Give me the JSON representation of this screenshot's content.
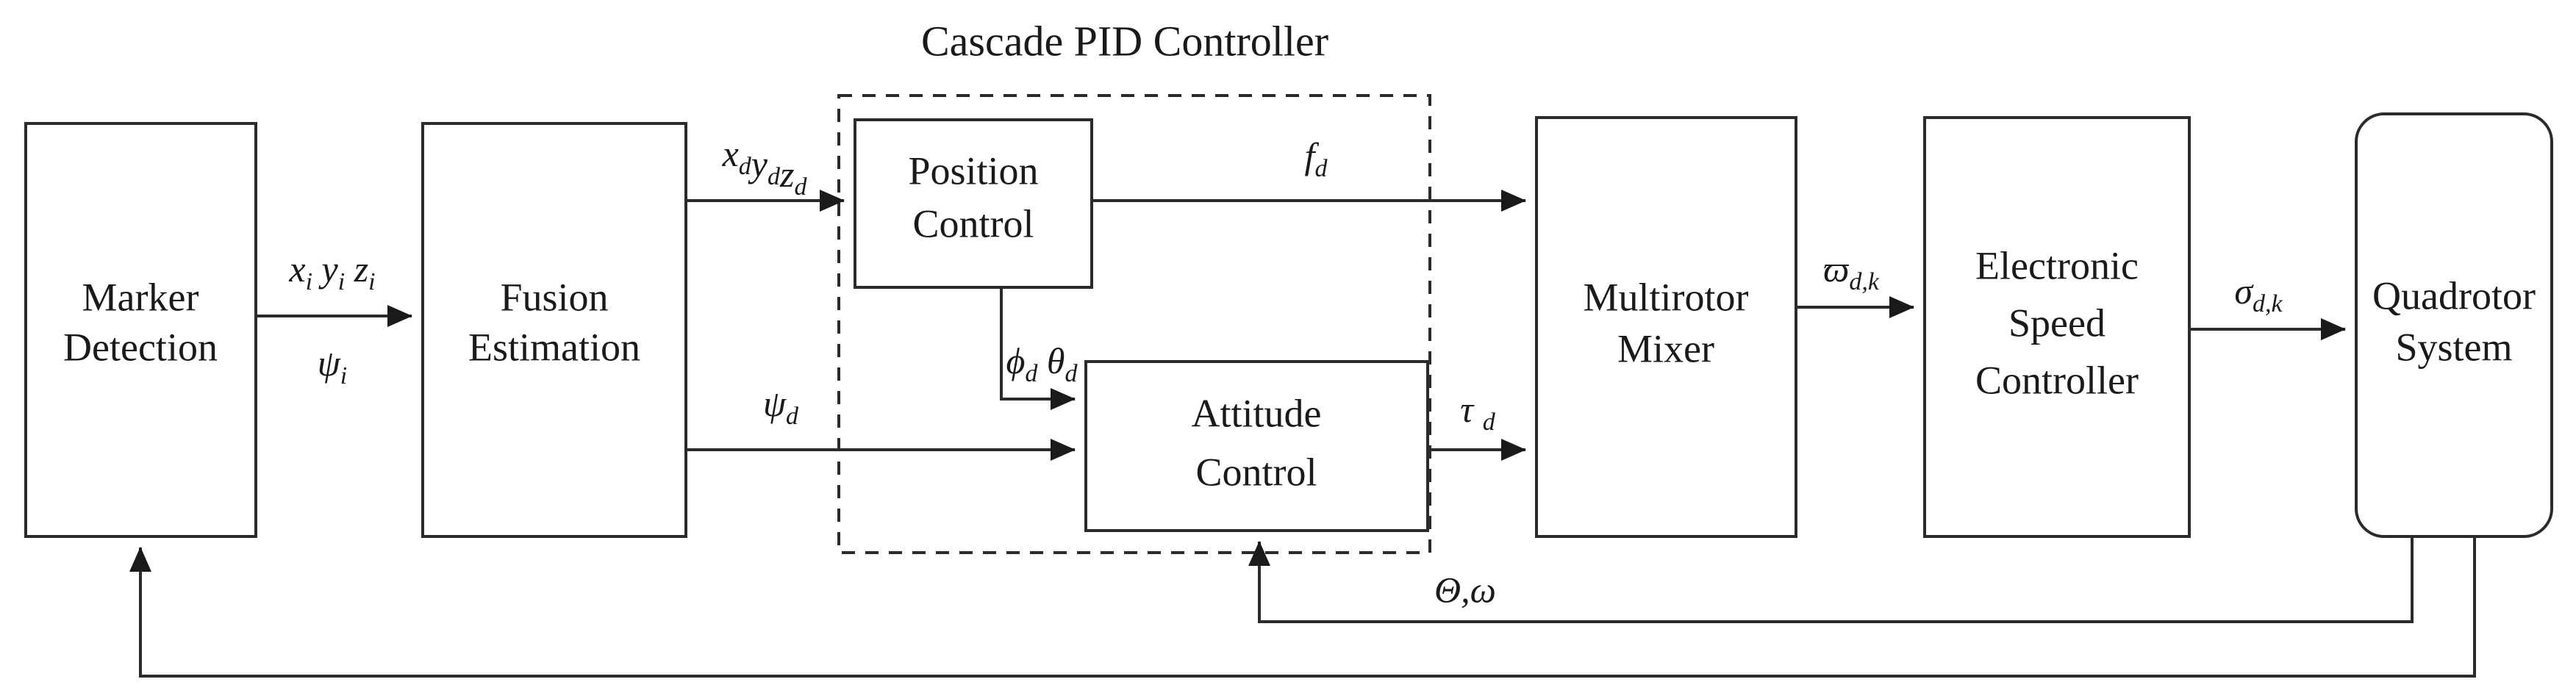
{
  "diagram": {
    "title": "Quadrotor Cascade PID Control Block Diagram",
    "type": "block-diagram",
    "background_color": "#ffffff",
    "line_color": "#2b2b2b",
    "text_color": "#1a1a1a",
    "group": {
      "label": "Cascade PID Controller",
      "style": "dashed"
    },
    "blocks": [
      {
        "id": "marker-detection",
        "line1": "Marker",
        "line2": "Detection",
        "shape": "rect"
      },
      {
        "id": "fusion-estimation",
        "line1": "Fusion",
        "line2": "Estimation",
        "shape": "rect"
      },
      {
        "id": "position-control",
        "line1": "Position",
        "line2": "Control",
        "shape": "rect"
      },
      {
        "id": "attitude-control",
        "line1": "Attitude",
        "line2": "Control",
        "shape": "rect"
      },
      {
        "id": "multirotor-mixer",
        "line1": "Multirotor",
        "line2": "Mixer",
        "shape": "rect"
      },
      {
        "id": "esc",
        "line1": "Electronic",
        "line2": "Speed",
        "line3": "Controller",
        "shape": "rect"
      },
      {
        "id": "quadrotor-system",
        "line1": "Quadrotor",
        "line2": "System",
        "shape": "rounded-rect"
      }
    ],
    "signals": [
      {
        "id": "marker-to-fusion-pos",
        "base": "x",
        "sub": "i",
        "base2": "y",
        "sub2": "i",
        "base3": "z",
        "sub3": "i"
      },
      {
        "id": "marker-to-fusion-yaw",
        "base": "ψ",
        "sub": "i"
      },
      {
        "id": "fusion-to-position",
        "base": "x",
        "sub": "d",
        "base2": "y",
        "sub2": "d",
        "base3": "z",
        "sub3": "d"
      },
      {
        "id": "fusion-to-attitude",
        "base": "ψ",
        "sub": "d"
      },
      {
        "id": "position-to-mixer",
        "base": "f",
        "sub": "d"
      },
      {
        "id": "position-to-attitude",
        "base": "ϕ",
        "sub": "d",
        "base2": "θ",
        "sub2": "d"
      },
      {
        "id": "attitude-to-mixer",
        "base": "τ",
        "sub": "d"
      },
      {
        "id": "mixer-to-esc",
        "base": "ϖ",
        "sub": "d,k"
      },
      {
        "id": "esc-to-quadrotor",
        "base": "σ",
        "sub": "d,k"
      },
      {
        "id": "attitude-feedback",
        "base": "Θ,ω",
        "sub": ""
      }
    ],
    "labels": {
      "marker_l1": "Marker",
      "marker_l2": "Detection",
      "fusion_l1": "Fusion",
      "fusion_l2": "Estimation",
      "position_l1": "Position",
      "position_l2": "Control",
      "attitude_l1": "Attitude",
      "attitude_l2": "Control",
      "mixer_l1": "Multirotor",
      "mixer_l2": "Mixer",
      "esc_l1": "Electronic",
      "esc_l2": "Speed",
      "esc_l3": "Controller",
      "quad_l1": "Quadrotor",
      "quad_l2": "System",
      "group_title": "Cascade PID Controller",
      "sig_xi": "x",
      "sub_xi": "i",
      "sig_yi": "y",
      "sub_yi": "i",
      "sig_zi": "z",
      "sub_zi": "i",
      "sig_psii": "ψ",
      "sub_psii": "i",
      "sig_xd": "x",
      "sub_xd": "d",
      "sig_yd": "y",
      "sub_yd": "d",
      "sig_zd": "z",
      "sub_zd": "d",
      "sig_psid": "ψ",
      "sub_psid": "d",
      "sig_fd": "f",
      "sub_fd": "d",
      "sig_phid": "ϕ",
      "sub_phid": "d",
      "sig_thetad": "θ",
      "sub_thetad": "d",
      "sig_taud": "τ",
      "sub_taud": "d",
      "sig_varpi": "ϖ",
      "sub_varpi": "d,k",
      "sig_sigma": "σ",
      "sub_sigma": "d,k",
      "sig_theta_omega": "Θ,ω"
    }
  }
}
